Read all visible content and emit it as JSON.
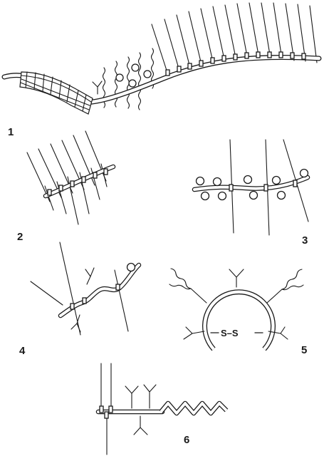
{
  "panels": [
    {
      "id": "1",
      "label": "1"
    },
    {
      "id": "2",
      "label": "2"
    },
    {
      "id": "3",
      "label": "3"
    },
    {
      "id": "4",
      "label": "4"
    },
    {
      "id": "5",
      "label": "5",
      "bond_label": "S–S"
    },
    {
      "id": "6",
      "label": "6"
    }
  ]
}
